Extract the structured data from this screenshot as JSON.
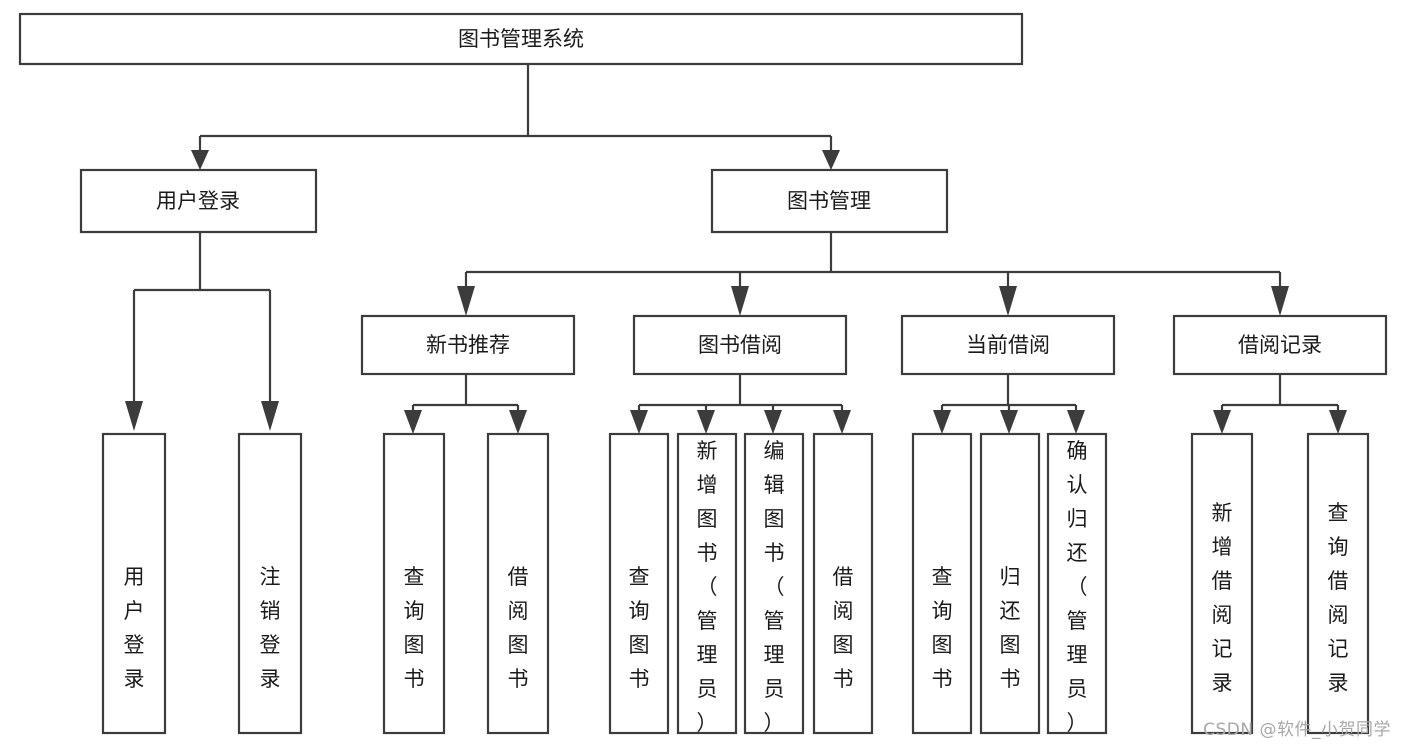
{
  "diagram": {
    "title": "图书管理系统",
    "watermark": "CSDN @软件_小贺同学",
    "colors": {
      "stroke": "#3c3c3c",
      "box_fill": "#ffffff",
      "text": "#1b1b1b",
      "background": "#ffffff",
      "watermark": "#a8a8a8"
    },
    "root": {
      "label": "图书管理系统",
      "orientation": "horizontal"
    },
    "level2": [
      {
        "label": "用户登录",
        "orientation": "horizontal"
      },
      {
        "label": "图书管理",
        "orientation": "horizontal"
      }
    ],
    "level3": [
      {
        "label": "新书推荐",
        "orientation": "horizontal",
        "parent": "图书管理"
      },
      {
        "label": "图书借阅",
        "orientation": "horizontal",
        "parent": "图书管理"
      },
      {
        "label": "当前借阅",
        "orientation": "horizontal",
        "parent": "图书管理"
      },
      {
        "label": "借阅记录",
        "orientation": "horizontal",
        "parent": "图书管理"
      }
    ],
    "leaves": {
      "user_login": [
        {
          "label": "用户登录",
          "orientation": "vertical"
        },
        {
          "label": "注销登录",
          "orientation": "vertical"
        }
      ],
      "new_book_recommend": [
        {
          "label": "查询图书",
          "orientation": "vertical"
        },
        {
          "label": "借阅图书",
          "orientation": "vertical"
        }
      ],
      "book_borrow": [
        {
          "label": "查询图书",
          "orientation": "vertical"
        },
        {
          "label": "新增图书（管理员）",
          "orientation": "vertical"
        },
        {
          "label": "编辑图书（管理员）",
          "orientation": "vertical"
        },
        {
          "label": "借阅图书",
          "orientation": "vertical"
        }
      ],
      "current_borrow": [
        {
          "label": "查询图书",
          "orientation": "vertical"
        },
        {
          "label": "归还图书",
          "orientation": "vertical"
        },
        {
          "label": "确认归还（管理员）",
          "orientation": "vertical"
        }
      ],
      "borrow_record": [
        {
          "label": "新增借阅记录",
          "orientation": "vertical"
        },
        {
          "label": "查询借阅记录",
          "orientation": "vertical"
        }
      ]
    }
  }
}
